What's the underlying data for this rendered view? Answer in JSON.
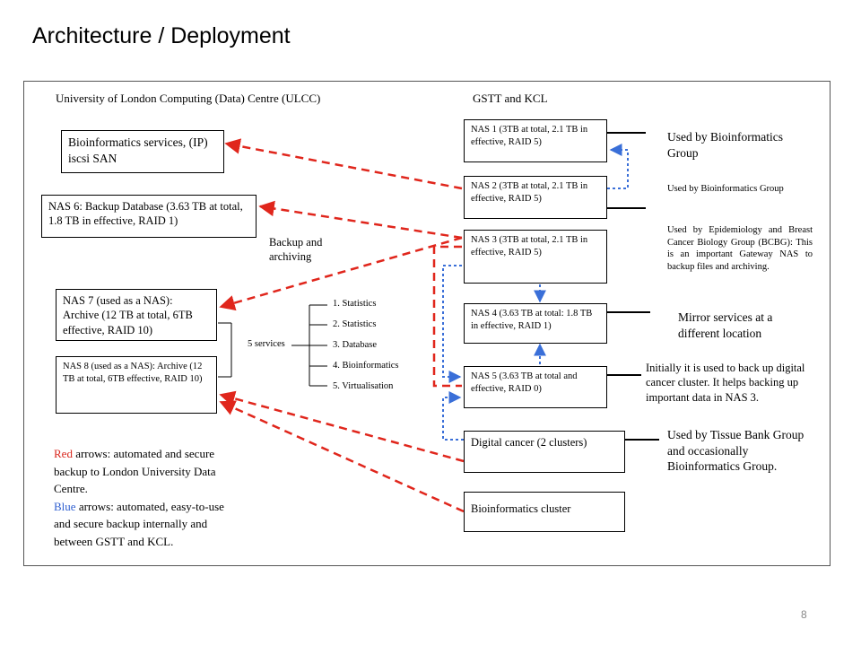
{
  "title": "Architecture / Deployment",
  "page_number": "8",
  "headers": {
    "ulcc": "University of London Computing (Data) Centre (ULCC)",
    "gstt": "GSTT and KCL"
  },
  "ulcc_boxes": {
    "bioinf_services": "Bioinformatics services, (IP) iscsi SAN",
    "nas6": "NAS 6: Backup Database (3.63 TB at total, 1.8 TB in effective, RAID 1)",
    "nas7": "NAS 7 (used as a NAS): Archive (12 TB at total, 6TB effective, RAID 10)",
    "nas8": "NAS 8 (used as a NAS): Archive (12 TB at total, 6TB effective, RAID 10)"
  },
  "backup_label": "Backup and archiving",
  "services": {
    "label": "5 services",
    "items": [
      "1. Statistics",
      "2. Statistics",
      "3. Database",
      "4. Bioinformatics",
      "5. Virtualisation"
    ]
  },
  "gstt_boxes": {
    "nas1": "NAS 1 (3TB at total, 2.1 TB in effective, RAID 5)",
    "nas2": "NAS 2 (3TB at total, 2.1 TB in effective, RAID 5)",
    "nas3": "NAS 3 (3TB at total, 2.1 TB in effective, RAID 5)",
    "nas4": "NAS 4 (3.63 TB at total: 1.8 TB in effective, RAID 1)",
    "nas5": "NAS 5 (3.63 TB at total and effective, RAID 0)",
    "digital_cancer": "Digital cancer (2 clusters)",
    "bioinf_cluster": "Bioinformatics cluster"
  },
  "notes": {
    "nas1": "Used by Bioinformatics Group",
    "nas2": "Used by Bioinformatics Group",
    "nas3": "Used by Epidemiology and Breast Cancer Biology Group (BCBG): This is an important Gateway NAS to backup files and archiving.",
    "nas4": "Mirror services at a different location",
    "nas5": "Initially it is used to back up digital cancer cluster. It helps backing up important data in NAS 3.",
    "digital_cancer": "Used by Tissue Bank Group and occasionally Bioinformatics Group."
  },
  "legend": {
    "red_word": "Red",
    "red_text": " arrows: automated and secure backup to London University Data Centre.",
    "blue_word": "Blue",
    "blue_text": " arrows: automated, easy-to-use and secure backup internally and between GSTT and KCL."
  },
  "colors": {
    "red_arrow": "#e0261c",
    "blue_arrow": "#3a6fd8"
  }
}
